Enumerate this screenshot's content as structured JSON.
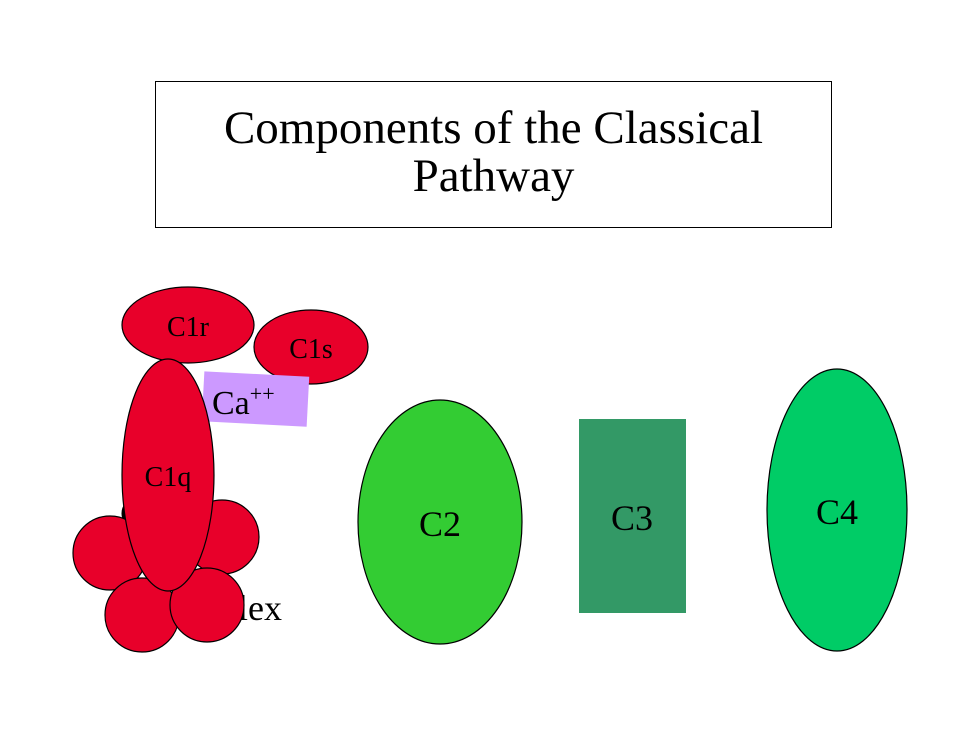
{
  "title": {
    "line1": "Components of the Classical",
    "line2": "Pathway"
  },
  "complex": {
    "c1r": "C1r",
    "c1s": "C1s",
    "c1q": "C1q",
    "ca": "Ca",
    "ca_superscript": "++",
    "complex_fragment": "lex",
    "partial_letter": "C"
  },
  "components": {
    "c2": "C2",
    "c3": "C3",
    "c4": "C4"
  },
  "colors": {
    "c1_red": "#e8002a",
    "ca_purple": "#cc99ff",
    "c2_green": "#33cc33",
    "c3_green": "#339966",
    "c4_green": "#00cc66"
  }
}
